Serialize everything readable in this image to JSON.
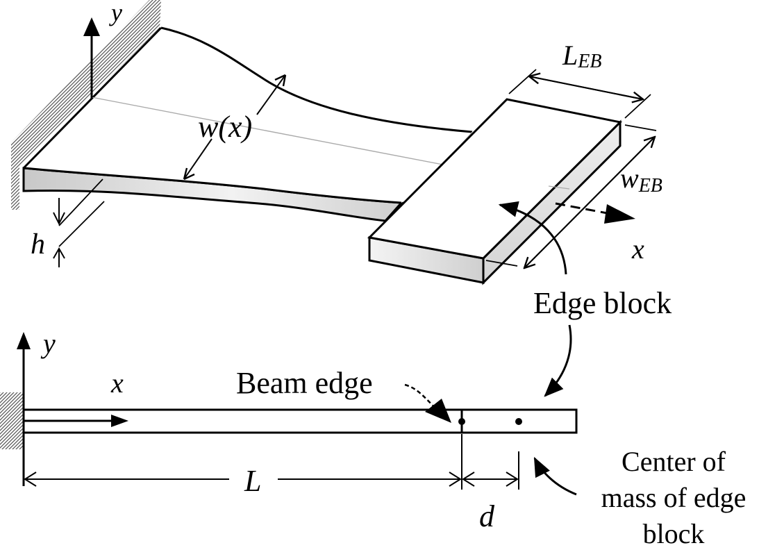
{
  "labels": {
    "y_top": "y",
    "w_of_x": "w(x)",
    "h": "h",
    "L_EB_main": "L",
    "L_EB_sub": "EB",
    "w_EB_main": "w",
    "w_EB_sub": "EB",
    "x_top": "x",
    "edge_block": "Edge block",
    "y_bottom": "y",
    "x_bottom": "x",
    "beam_edge": "Beam edge",
    "L": "L",
    "d": "d",
    "center_of_mass_line1": "Center of",
    "center_of_mass_line2": "mass of edge",
    "center_of_mass_line3": "block"
  }
}
